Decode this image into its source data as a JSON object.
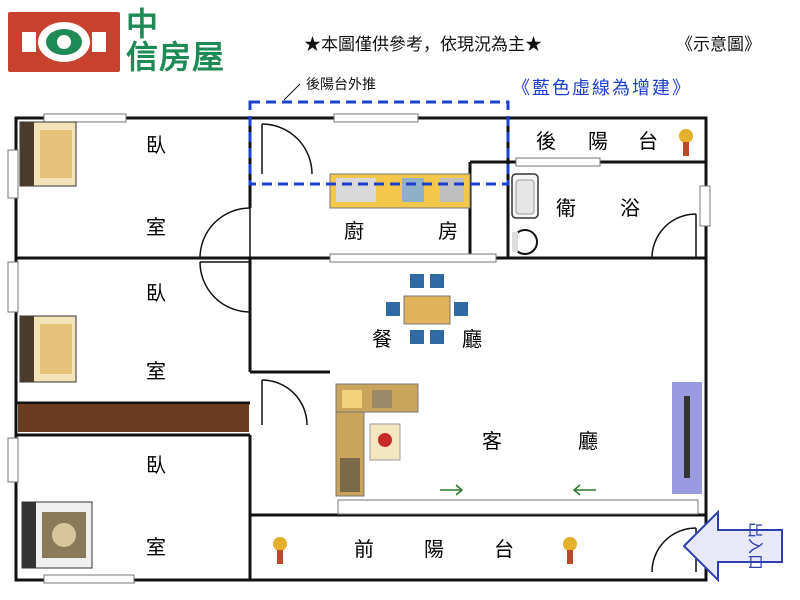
{
  "logo": {
    "line1": "中",
    "line2": "信房屋"
  },
  "header": {
    "note": "★本圖僅供參考，依現況為主★",
    "tag": "《示意圖》",
    "extension_note": "後陽台外推",
    "blue_note": "《藍色虛線為增建》"
  },
  "rooms": {
    "bedroom1": {
      "a": "臥",
      "b": "室"
    },
    "bedroom2": {
      "a": "臥",
      "b": "室"
    },
    "bedroom3": {
      "a": "臥",
      "b": "室"
    },
    "kitchen": {
      "a": "廚",
      "b": "房"
    },
    "dining": {
      "a": "餐",
      "b": "廳"
    },
    "living": {
      "a": "客",
      "b": "廳"
    },
    "bath": {
      "a": "衛",
      "b": "浴"
    },
    "rear_balcony": {
      "a": "後",
      "b": "陽",
      "c": "台"
    },
    "front_balcony": {
      "a": "前",
      "b": "陽",
      "c": "台"
    }
  },
  "entrance": {
    "label": "出入口"
  },
  "colors": {
    "wall": "#111111",
    "extension_dash": "#1b3fd0",
    "logo_red": "#c8412e",
    "logo_green": "#1e8a55",
    "wardrobe": "#6b3b22",
    "tv_panel": "#9a9ae0"
  },
  "icons": [
    "bed-icon",
    "toilet-icon",
    "bathtub-icon",
    "sofa-icon",
    "dining-table-icon",
    "plant-icon",
    "tv-icon",
    "entrance-arrow-icon",
    "sliding-door-arrow-icon"
  ]
}
